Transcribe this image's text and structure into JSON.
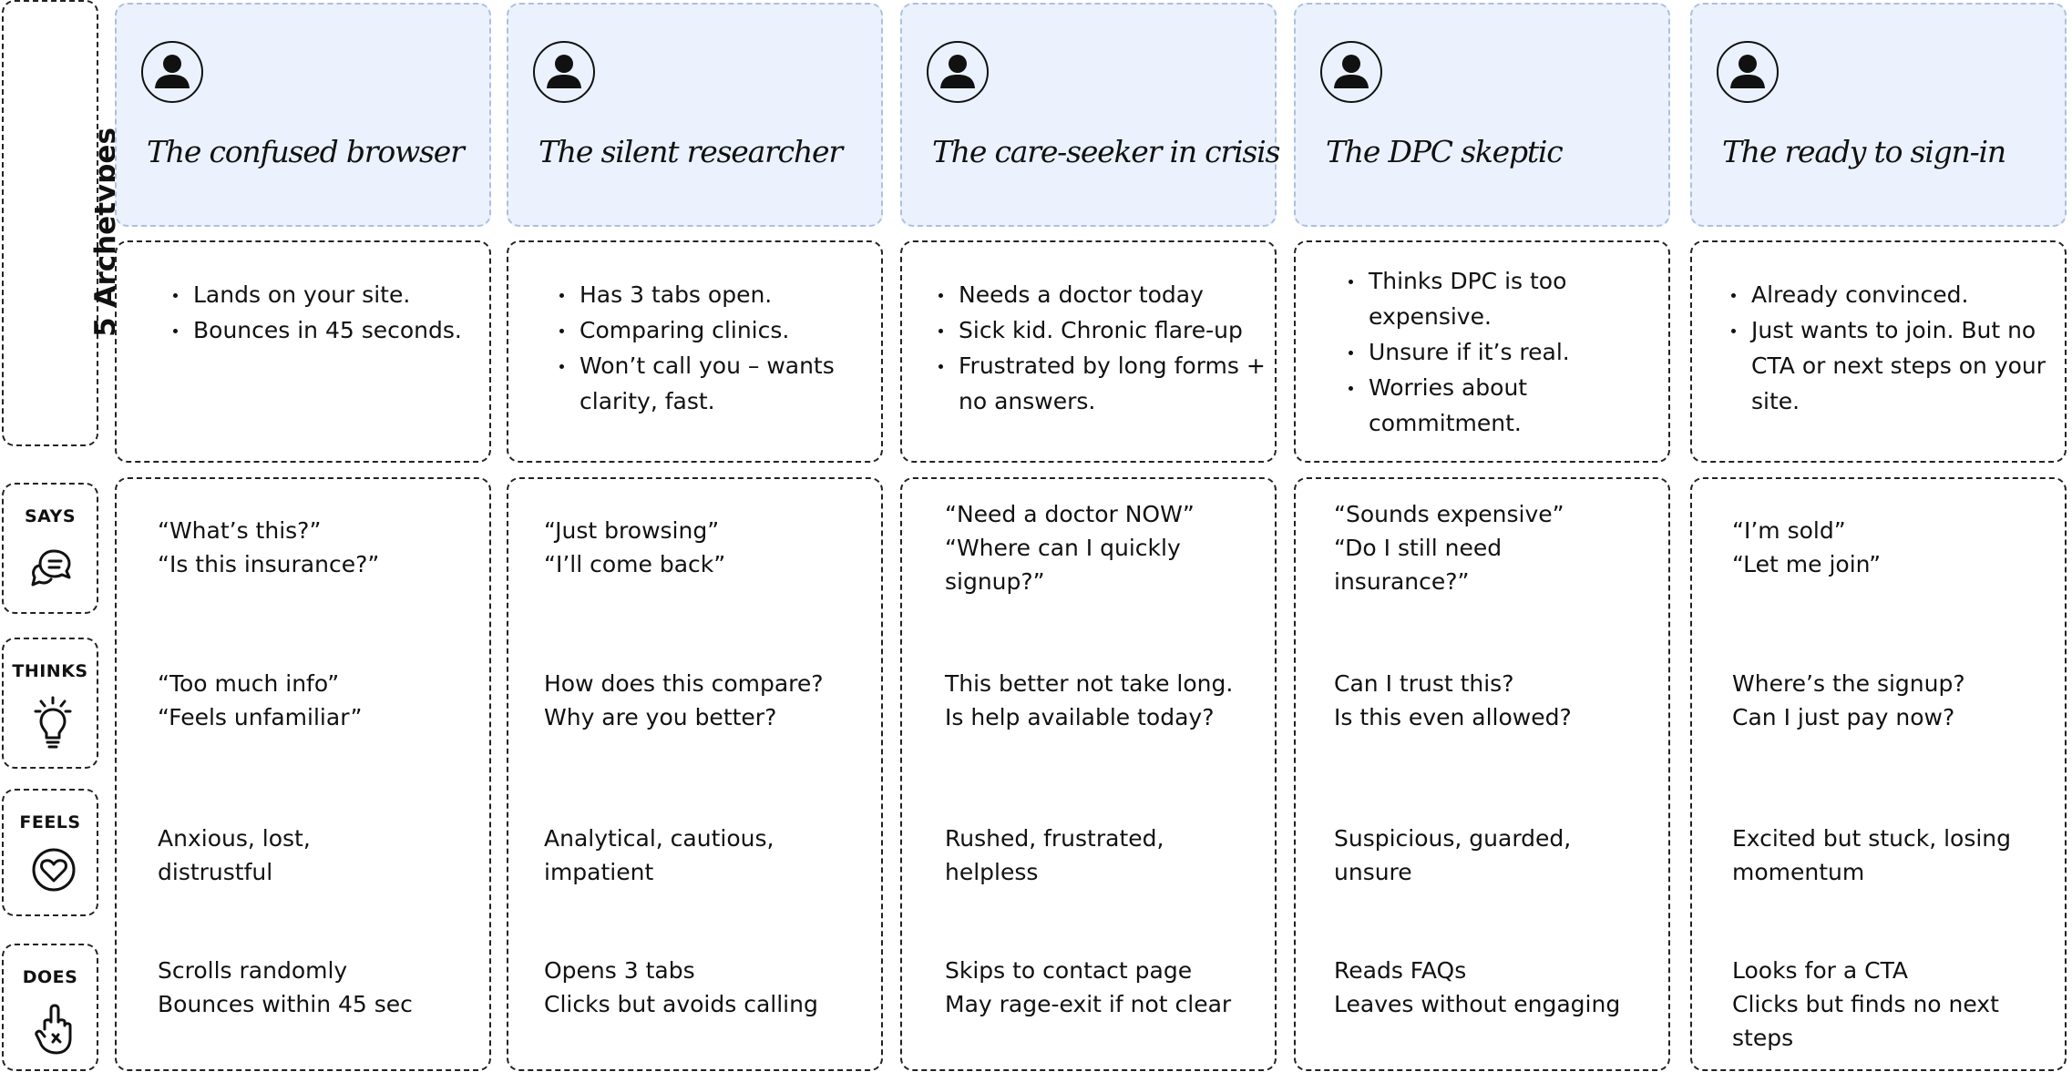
{
  "side": {
    "title": "5 Archetypes",
    "rows": [
      {
        "label": "SAYS",
        "icon": "speech-bubbles-icon"
      },
      {
        "label": "THINKS",
        "icon": "lightbulb-icon"
      },
      {
        "label": "FEELS",
        "icon": "heart-icon"
      },
      {
        "label": "DOES",
        "icon": "hand-pointing-icon"
      }
    ]
  },
  "archetypes": [
    {
      "title": "The confused browser",
      "bullets": [
        "Lands on your site.",
        "Bounces in 45 seconds."
      ],
      "says": "“What’s this?”\n“Is this insurance?”",
      "thinks": "“Too much info”\n“Feels unfamiliar”",
      "feels": "Anxious, lost,\ndistrustful",
      "does": "Scrolls randomly\nBounces within 45 sec"
    },
    {
      "title": "The silent researcher",
      "bullets": [
        "Has 3 tabs open.",
        "Comparing clinics.",
        "Won’t call you – wants clarity, fast."
      ],
      "says": "“Just browsing”\n“I’ll come back”",
      "thinks": "How does this compare?\nWhy are you better?",
      "feels": "Analytical, cautious,\nimpatient",
      "does": "Opens 3 tabs\nClicks but avoids calling"
    },
    {
      "title": "The care-seeker in crisis",
      "bullets": [
        "Needs a doctor today",
        "Sick kid. Chronic flare-up",
        "Frustrated by long forms + no answers."
      ],
      "says": "“Need a doctor NOW”\n“Where can I quickly\nsignup?”",
      "thinks": "This better not take long.\nIs help available today?",
      "feels": "Rushed, frustrated,\nhelpless",
      "does": "Skips to contact page\nMay rage-exit if not clear"
    },
    {
      "title": "The DPC skeptic",
      "bullets": [
        "Thinks DPC is too expensive.",
        "Unsure if it’s real.",
        "Worries about commitment."
      ],
      "says": "“Sounds expensive”\n“Do I still need\ninsurance?”",
      "thinks": "Can I trust this?\nIs this even allowed?",
      "feels": "Suspicious, guarded,\nunsure",
      "does": "Reads FAQs\nLeaves without engaging"
    },
    {
      "title": "The ready to sign-in",
      "bullets": [
        "Already convinced.",
        "Just wants to join. But no CTA or next steps on your site."
      ],
      "says": "“I’m sold”\n“Let me join”",
      "thinks": "Where’s the signup?\nCan I just pay now?",
      "feels": "Excited but stuck, losing\nmomentum",
      "does": "Looks for a CTA\nClicks but finds no next\nsteps"
    }
  ]
}
